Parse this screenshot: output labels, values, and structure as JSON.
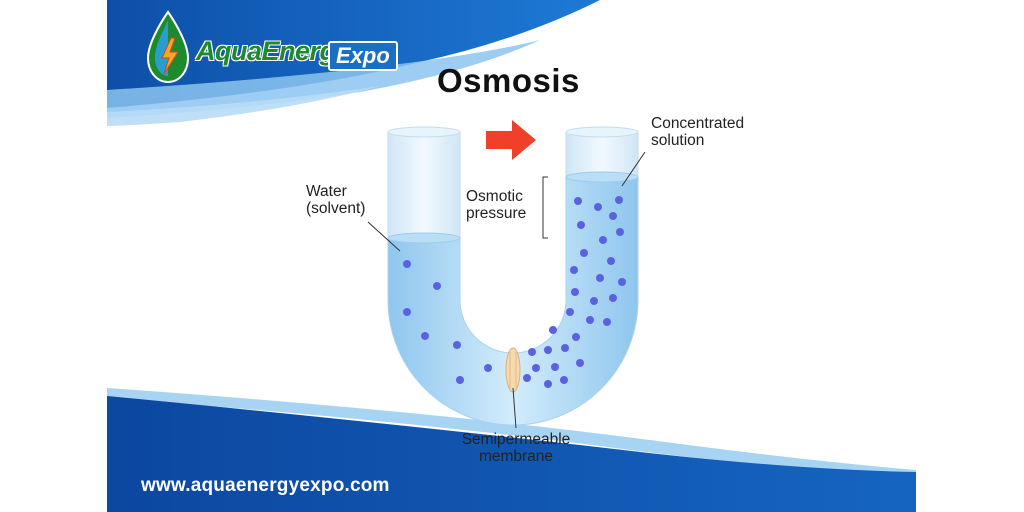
{
  "brand": {
    "name_part1": "AquaEnergy",
    "name_part2": "Expo"
  },
  "title": "Osmosis",
  "labels": {
    "water": [
      "Water",
      "(solvent)"
    ],
    "concentrated": [
      "Concentrated",
      "solution"
    ],
    "pressure": [
      "Osmotic",
      "pressure"
    ],
    "membrane": [
      "Semipermeable",
      "membrane"
    ]
  },
  "footer": {
    "url": "www.aquaenergyexpo.com"
  },
  "colors": {
    "brand_blue": "#1565c0",
    "light_blue": "#7fb8ea",
    "arrow_red": "#f0402a",
    "brand_green": "#1d8a2e",
    "particle": "#5b62e0"
  },
  "icons": [
    "water-drop-logo-icon",
    "lightning-bolt-icon",
    "flow-direction-arrow-icon"
  ]
}
